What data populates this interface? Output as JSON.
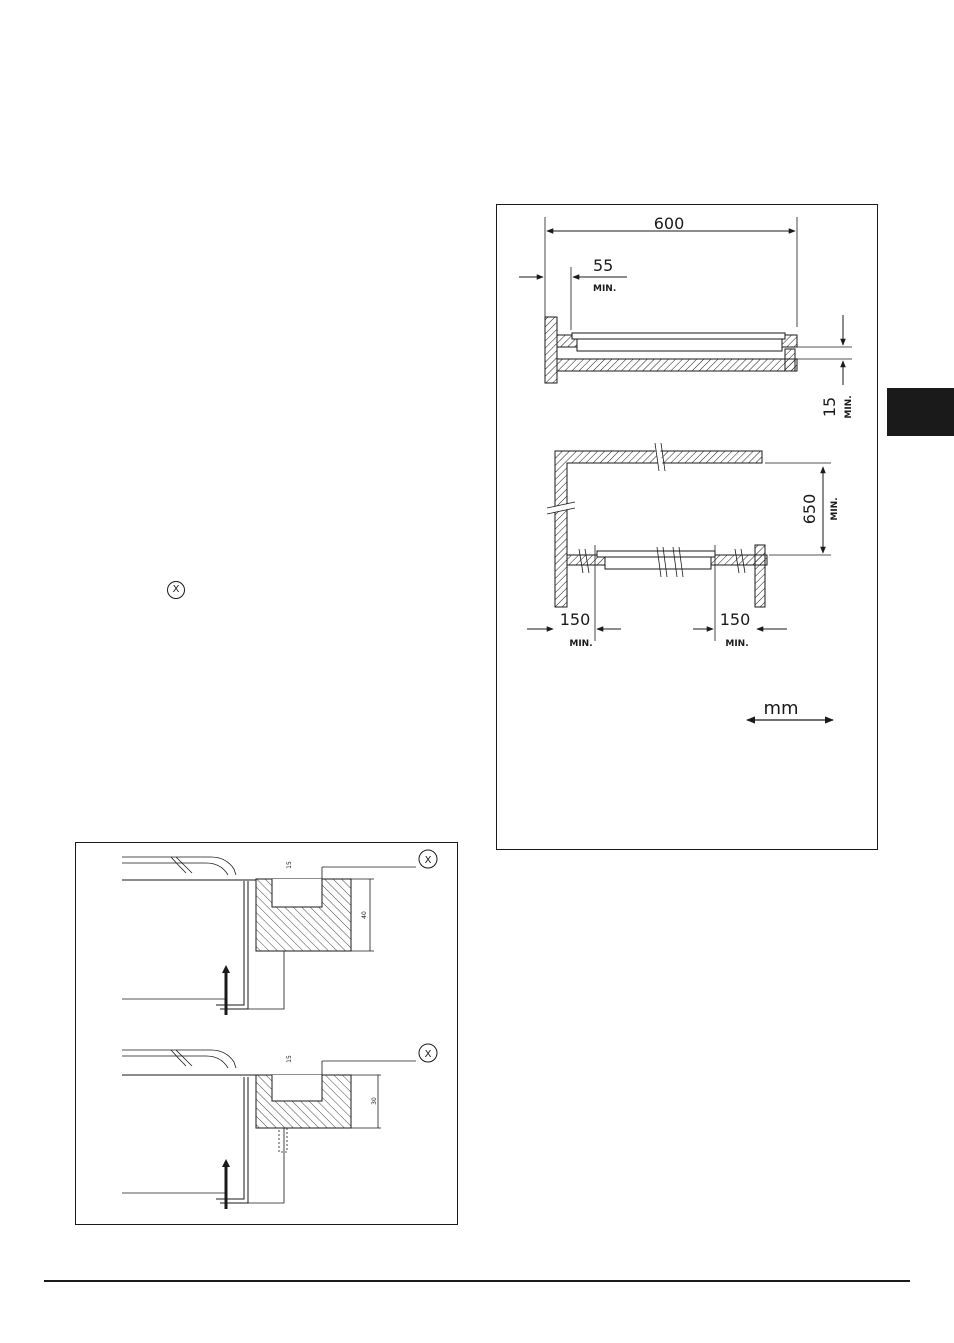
{
  "page": {
    "side_tab_color": "#1a1a1a",
    "callout_marker": "X"
  },
  "figure_clearances": {
    "width_600": "600",
    "edge_55": "55",
    "edge_55_min": "MIN.",
    "depth_15": "15",
    "depth_15_min": "MIN.",
    "height_650": "650",
    "height_650_min": "MIN.",
    "left_150": "150",
    "left_150_min": "MIN.",
    "right_150": "150",
    "right_150_min": "MIN.",
    "units": "mm"
  },
  "figure_mounting": {
    "top": {
      "marker": "X",
      "dim_small": "15",
      "dim_thickness": "40"
    },
    "bottom": {
      "marker": "X",
      "dim_small": "15",
      "dim_thickness": "30"
    }
  }
}
